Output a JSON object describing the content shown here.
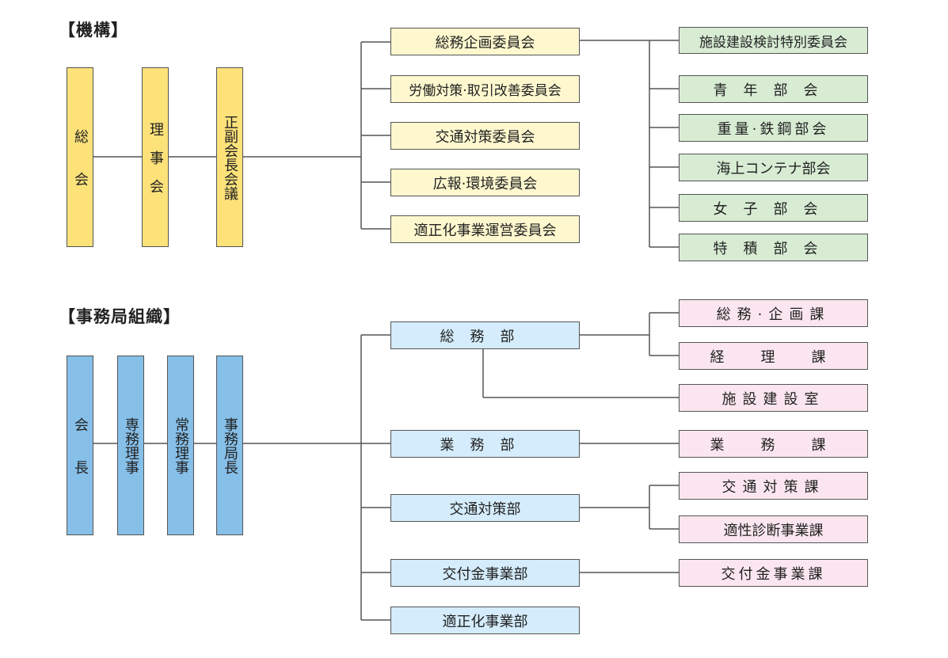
{
  "kikou": {
    "heading": "【機構】",
    "pillars": [
      "総　　会",
      "理　事　会",
      "正副会長会議"
    ],
    "committees": [
      "総務企画委員会",
      "労働対策·取引改善委員会",
      "交通対策委員会",
      "広報·環境委員会",
      "適正化事業運営委員会"
    ],
    "bukai": [
      "施設建設検討特別委員会",
      "青年部会",
      "重量·鉄鋼部会",
      "海上コンテナ部会",
      "女子部会",
      "特積部会"
    ]
  },
  "jimukyoku": {
    "heading": "【事務局組織】",
    "pillars": [
      "会　　長",
      "専務理事",
      "常務理事",
      "事務局長"
    ],
    "departments": [
      "総務部",
      "業務部",
      "交通対策部",
      "交付金事業部",
      "適正化事業部"
    ],
    "sections": [
      "総務·企画課",
      "経　理　課",
      "施設建設室",
      "業　務　課",
      "交通対策課",
      "適性診断事業課",
      "交付金事業課"
    ]
  }
}
